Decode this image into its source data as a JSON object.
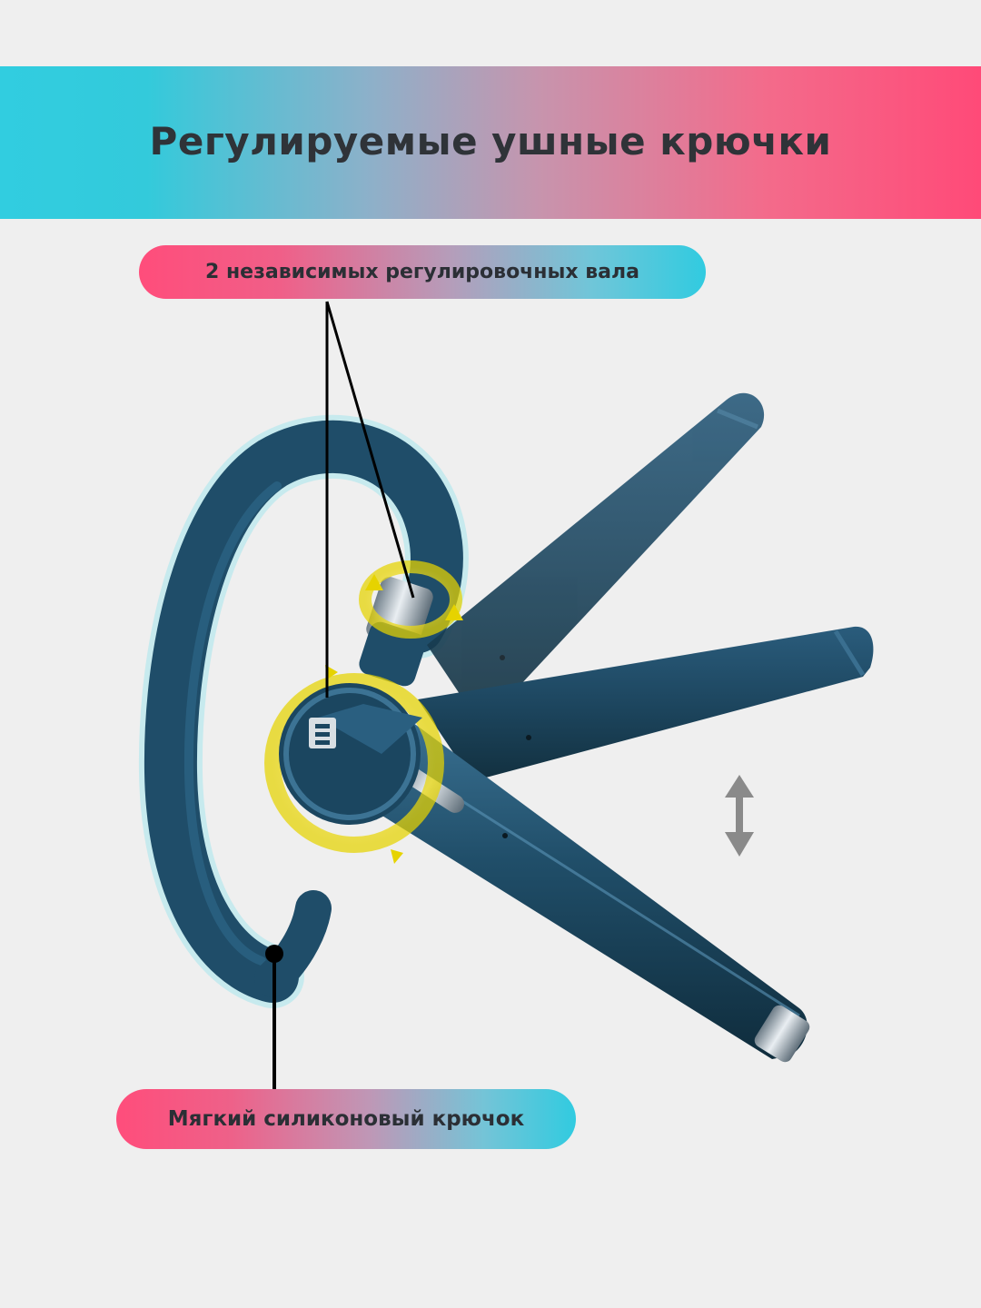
{
  "header": {
    "title": "Регулируемые ушные крючки"
  },
  "callouts": {
    "shafts_label": "2 независимых регулировочных вала",
    "hook_label": "Мягкий силиконовый крючок"
  },
  "colors": {
    "cyan": "#31cde0",
    "pink": "#ff4a78",
    "background": "#efefef",
    "device": "#1f4a66",
    "highlight_yellow": "#f2e200",
    "text_dark": "#2b2f35"
  }
}
